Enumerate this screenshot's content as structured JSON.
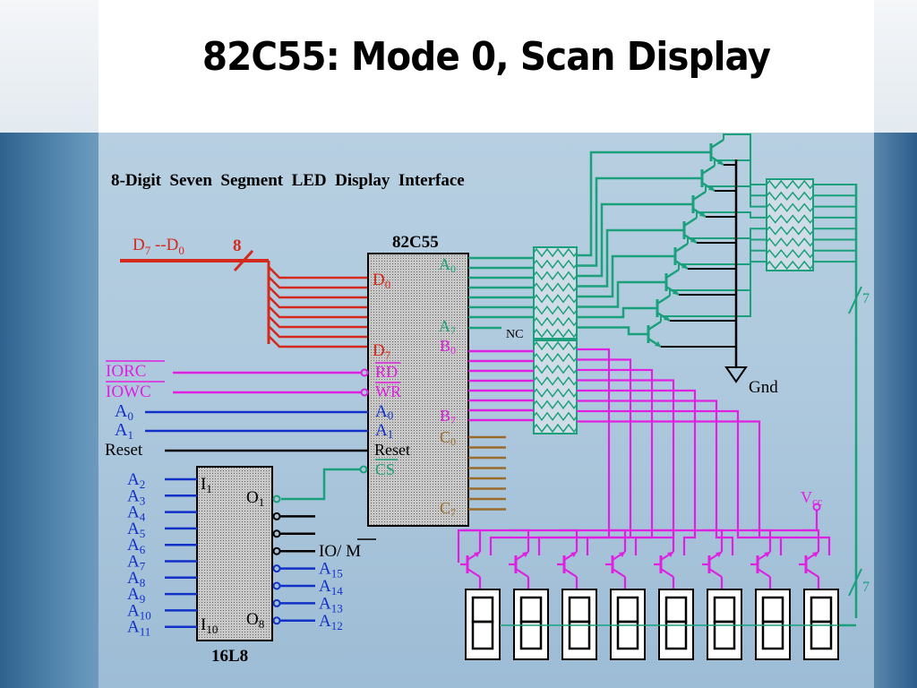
{
  "slide": {
    "title": "82C55: Mode 0, Scan Display"
  },
  "diagram": {
    "subtitle": "8-Digit  Seven  Segment  LED  Display  Interface",
    "data_bus": {
      "label_d": "D",
      "sub7": "7",
      "dash": " --D",
      "sub0": "0",
      "width": "8"
    },
    "ppi": {
      "name": "82C55",
      "pins": {
        "d0": "D",
        "d0_sub": "0",
        "d7": "D",
        "d7_sub": "7",
        "rd": "RD",
        "wr": "WR",
        "a0": "A",
        "a0_sub": "0",
        "a1": "A",
        "a1_sub": "1",
        "reset": "Reset",
        "cs": "CS",
        "pa0": "A",
        "pa0_sub": "0",
        "pa7": "A",
        "pa7_sub": "7",
        "pb0": "B",
        "pb0_sub": "0",
        "pb7": "B",
        "pb7_sub": "7",
        "pc0": "C",
        "pc0_sub": "0",
        "pc7": "C",
        "pc7_sub": "7"
      }
    },
    "inputs": {
      "iorc": "IORC",
      "iowc": "IOWC",
      "a0": "A",
      "a0_sub": "0",
      "a1": "A",
      "a1_sub": "1",
      "reset": "Reset"
    },
    "pal": {
      "name": "16L8",
      "i1": "I",
      "i1_sub": "1",
      "i10": "I",
      "i10_sub": "10",
      "o1": "O",
      "o1_sub": "1",
      "o8": "O",
      "o8_sub": "8",
      "address_inputs": [
        "2",
        "3",
        "4",
        "5",
        "6",
        "7",
        "8",
        "9",
        "10",
        "11"
      ],
      "a_letter": "A",
      "io_m": "IO/ ",
      "m": "M",
      "upper_addr": [
        "15",
        "14",
        "13",
        "12"
      ]
    },
    "nc_label": "NC",
    "gnd_label": "Gnd",
    "vcc_label": "V",
    "vcc_sub": "cc",
    "bus7_label": "7",
    "digit_count": 8
  },
  "colors": {
    "data_bus": "#d42a1e",
    "control": "#e020e0",
    "address": "#1030c8",
    "port_a": "#1aa07a",
    "port_c": "#9a6a2a",
    "black": "#000000"
  }
}
